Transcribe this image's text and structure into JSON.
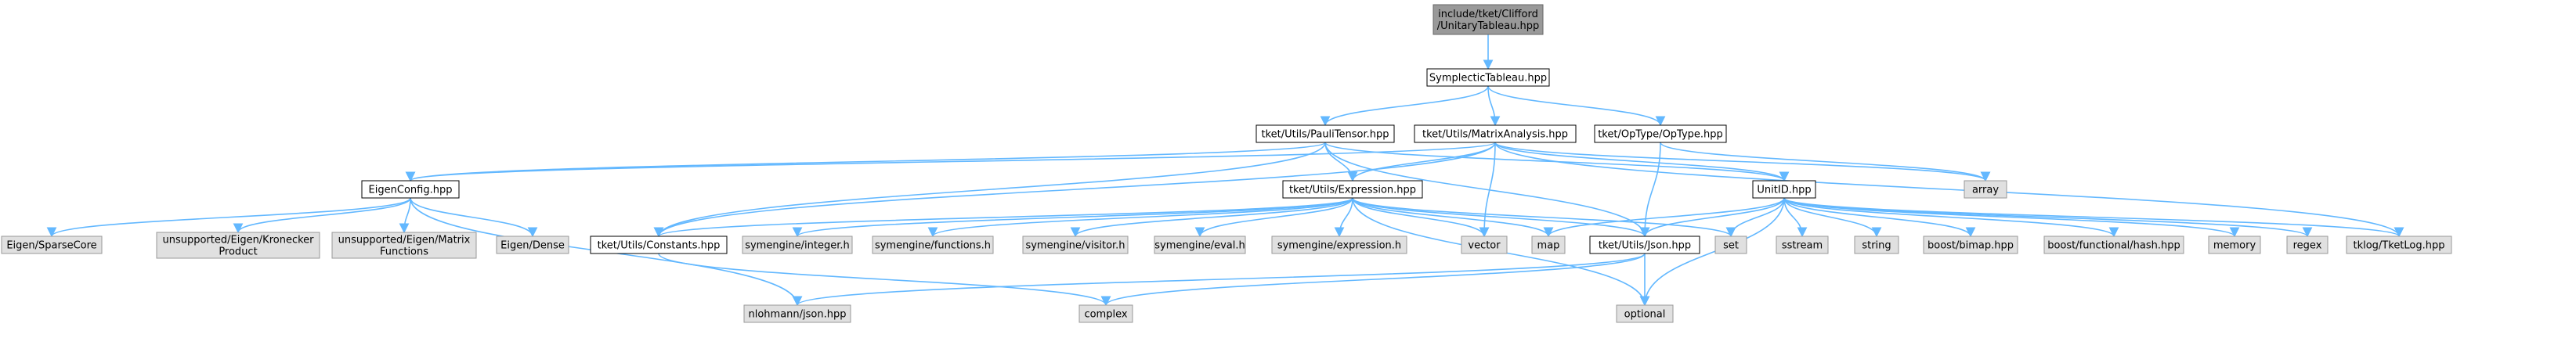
{
  "diagram": {
    "title": "",
    "nodes": [
      {
        "id": "root",
        "label": [
          "include/tket/Clifford",
          "/UnitaryTableau.hpp"
        ],
        "kind": "root"
      },
      {
        "id": "symplectic",
        "label": [
          "SymplecticTableau.hpp"
        ],
        "kind": "header"
      },
      {
        "id": "paulitensor",
        "label": [
          "tket/Utils/PauliTensor.hpp"
        ],
        "kind": "header"
      },
      {
        "id": "matrixanalysis",
        "label": [
          "tket/Utils/MatrixAnalysis.hpp"
        ],
        "kind": "header"
      },
      {
        "id": "optype",
        "label": [
          "tket/OpType/OpType.hpp"
        ],
        "kind": "header"
      },
      {
        "id": "eigenconfig",
        "label": [
          "EigenConfig.hpp"
        ],
        "kind": "header"
      },
      {
        "id": "expression",
        "label": [
          "tket/Utils/Expression.hpp"
        ],
        "kind": "header"
      },
      {
        "id": "unitid",
        "label": [
          "UnitID.hpp"
        ],
        "kind": "header"
      },
      {
        "id": "array",
        "label": [
          "array"
        ],
        "kind": "system"
      },
      {
        "id": "sparsecore",
        "label": [
          "Eigen/SparseCore"
        ],
        "kind": "system"
      },
      {
        "id": "kronecker",
        "label": [
          "unsupported/Eigen/Kronecker",
          "Product"
        ],
        "kind": "system"
      },
      {
        "id": "matrixfunctions",
        "label": [
          "unsupported/Eigen/Matrix",
          "Functions"
        ],
        "kind": "system"
      },
      {
        "id": "dense",
        "label": [
          "Eigen/Dense"
        ],
        "kind": "system"
      },
      {
        "id": "constants",
        "label": [
          "tket/Utils/Constants.hpp"
        ],
        "kind": "header"
      },
      {
        "id": "integer",
        "label": [
          "symengine/integer.h"
        ],
        "kind": "system"
      },
      {
        "id": "functions",
        "label": [
          "symengine/functions.h"
        ],
        "kind": "system"
      },
      {
        "id": "visitor",
        "label": [
          "symengine/visitor.h"
        ],
        "kind": "system"
      },
      {
        "id": "eval",
        "label": [
          "symengine/eval.h"
        ],
        "kind": "system"
      },
      {
        "id": "symexpression",
        "label": [
          "symengine/expression.h"
        ],
        "kind": "system"
      },
      {
        "id": "vector",
        "label": [
          "vector"
        ],
        "kind": "system"
      },
      {
        "id": "map",
        "label": [
          "map"
        ],
        "kind": "system"
      },
      {
        "id": "json",
        "label": [
          "tket/Utils/Json.hpp"
        ],
        "kind": "header"
      },
      {
        "id": "set",
        "label": [
          "set"
        ],
        "kind": "system"
      },
      {
        "id": "sstream",
        "label": [
          "sstream"
        ],
        "kind": "system"
      },
      {
        "id": "string",
        "label": [
          "string"
        ],
        "kind": "system"
      },
      {
        "id": "bimap",
        "label": [
          "boost/bimap.hpp"
        ],
        "kind": "system"
      },
      {
        "id": "hash",
        "label": [
          "boost/functional/hash.hpp"
        ],
        "kind": "system"
      },
      {
        "id": "memory",
        "label": [
          "memory"
        ],
        "kind": "system"
      },
      {
        "id": "regex",
        "label": [
          "regex"
        ],
        "kind": "system"
      },
      {
        "id": "tketlog",
        "label": [
          "tklog/TketLog.hpp"
        ],
        "kind": "system"
      },
      {
        "id": "nlohmann",
        "label": [
          "nlohmann/json.hpp"
        ],
        "kind": "system"
      },
      {
        "id": "complex",
        "label": [
          "complex"
        ],
        "kind": "system"
      },
      {
        "id": "optional",
        "label": [
          "optional"
        ],
        "kind": "system"
      }
    ],
    "edges": [
      [
        "root",
        "symplectic"
      ],
      [
        "symplectic",
        "paulitensor"
      ],
      [
        "symplectic",
        "matrixanalysis"
      ],
      [
        "symplectic",
        "optype"
      ],
      [
        "paulitensor",
        "eigenconfig"
      ],
      [
        "paulitensor",
        "expression"
      ],
      [
        "paulitensor",
        "constants"
      ],
      [
        "paulitensor",
        "json"
      ],
      [
        "paulitensor",
        "unitid"
      ],
      [
        "matrixanalysis",
        "eigenconfig"
      ],
      [
        "matrixanalysis",
        "expression"
      ],
      [
        "matrixanalysis",
        "constants"
      ],
      [
        "matrixanalysis",
        "unitid"
      ],
      [
        "matrixanalysis",
        "array"
      ],
      [
        "matrixanalysis",
        "vector"
      ],
      [
        "matrixanalysis",
        "tketlog"
      ],
      [
        "optype",
        "json"
      ],
      [
        "optype",
        "array"
      ],
      [
        "eigenconfig",
        "sparsecore"
      ],
      [
        "eigenconfig",
        "kronecker"
      ],
      [
        "eigenconfig",
        "matrixfunctions"
      ],
      [
        "eigenconfig",
        "dense"
      ],
      [
        "eigenconfig",
        "nlohmann"
      ],
      [
        "expression",
        "constants"
      ],
      [
        "expression",
        "integer"
      ],
      [
        "expression",
        "functions"
      ],
      [
        "expression",
        "visitor"
      ],
      [
        "expression",
        "eval"
      ],
      [
        "expression",
        "symexpression"
      ],
      [
        "expression",
        "vector"
      ],
      [
        "expression",
        "map"
      ],
      [
        "expression",
        "json"
      ],
      [
        "expression",
        "set"
      ],
      [
        "expression",
        "optional"
      ],
      [
        "unitid",
        "map"
      ],
      [
        "unitid",
        "json"
      ],
      [
        "unitid",
        "set"
      ],
      [
        "unitid",
        "sstream"
      ],
      [
        "unitid",
        "string"
      ],
      [
        "unitid",
        "bimap"
      ],
      [
        "unitid",
        "hash"
      ],
      [
        "unitid",
        "memory"
      ],
      [
        "unitid",
        "regex"
      ],
      [
        "unitid",
        "tketlog"
      ],
      [
        "unitid",
        "optional"
      ],
      [
        "constants",
        "complex"
      ],
      [
        "json",
        "nlohmann"
      ],
      [
        "json",
        "complex"
      ],
      [
        "json",
        "optional"
      ]
    ]
  }
}
